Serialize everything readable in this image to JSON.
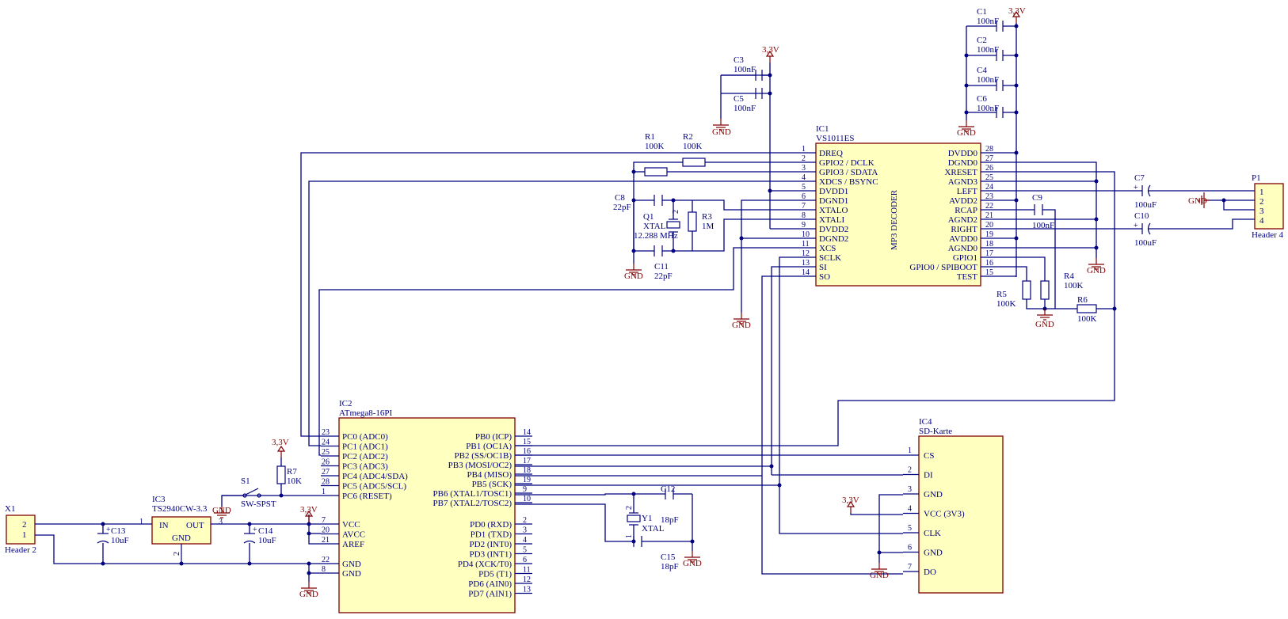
{
  "ic1": {
    "ref": "IC1",
    "part": "VS1011ES",
    "body_label": "MP3 DECODER",
    "left_pins": [
      {
        "num": "1",
        "name": "DREQ"
      },
      {
        "num": "2",
        "name": "GPIO2 / DCLK"
      },
      {
        "num": "3",
        "name": "GPIO3 / SDATA"
      },
      {
        "num": "4",
        "name": "XDCS / BSYNC"
      },
      {
        "num": "5",
        "name": "DVDD1"
      },
      {
        "num": "6",
        "name": "DGND1"
      },
      {
        "num": "7",
        "name": "XTALO"
      },
      {
        "num": "8",
        "name": "XTALI"
      },
      {
        "num": "9",
        "name": "DVDD2"
      },
      {
        "num": "10",
        "name": "DGND2"
      },
      {
        "num": "11",
        "name": "XCS"
      },
      {
        "num": "12",
        "name": "SCLK"
      },
      {
        "num": "13",
        "name": "SI"
      },
      {
        "num": "14",
        "name": "SO"
      }
    ],
    "right_pins": [
      {
        "num": "28",
        "name": "DVDD0"
      },
      {
        "num": "27",
        "name": "DGND0"
      },
      {
        "num": "26",
        "name": "XRESET"
      },
      {
        "num": "25",
        "name": "AGND3"
      },
      {
        "num": "24",
        "name": "LEFT"
      },
      {
        "num": "23",
        "name": "AVDD2"
      },
      {
        "num": "22",
        "name": "RCAP"
      },
      {
        "num": "21",
        "name": "AGND2"
      },
      {
        "num": "20",
        "name": "RIGHT"
      },
      {
        "num": "19",
        "name": "AVDD0"
      },
      {
        "num": "18",
        "name": "AGND0"
      },
      {
        "num": "17",
        "name": "GPIO1"
      },
      {
        "num": "16",
        "name": "GPIO0 / SPIBOOT"
      },
      {
        "num": "15",
        "name": "TEST"
      }
    ]
  },
  "ic2": {
    "ref": "IC2",
    "part": "ATmega8-16PI",
    "left_pins": [
      {
        "num": "23",
        "name": "PC0 (ADC0)"
      },
      {
        "num": "24",
        "name": "PC1 (ADC1)"
      },
      {
        "num": "25",
        "name": "PC2 (ADC2)"
      },
      {
        "num": "26",
        "name": "PC3 (ADC3)"
      },
      {
        "num": "27",
        "name": "PC4 (ADC4/SDA)"
      },
      {
        "num": "28",
        "name": "PC5 (ADC5/SCL)"
      },
      {
        "num": "1",
        "name": "PC6 (RESET)"
      }
    ],
    "power_pins": [
      {
        "num": "7",
        "name": "VCC"
      },
      {
        "num": "20",
        "name": "AVCC"
      },
      {
        "num": "21",
        "name": "AREF"
      }
    ],
    "gnd_pins": [
      {
        "num": "22",
        "name": "GND"
      },
      {
        "num": "8",
        "name": "GND"
      }
    ],
    "right_pins_b": [
      {
        "num": "14",
        "name": "PB0 (ICP)"
      },
      {
        "num": "15",
        "name": "PB1 (OC1A)"
      },
      {
        "num": "16",
        "name": "PB2 (SS/OC1B)"
      },
      {
        "num": "17",
        "name": "PB3 (MOSI/OC2)"
      },
      {
        "num": "18",
        "name": "PB4 (MISO)"
      },
      {
        "num": "19",
        "name": "PB5 (SCK)"
      },
      {
        "num": "9",
        "name": "PB6 (XTAL1/TOSC1)"
      },
      {
        "num": "10",
        "name": "PB7 (XTAL2/TOSC2)"
      }
    ],
    "right_pins_d": [
      {
        "num": "2",
        "name": "PD0 (RXD)"
      },
      {
        "num": "3",
        "name": "PD1 (TXD)"
      },
      {
        "num": "4",
        "name": "PD2 (INT0)"
      },
      {
        "num": "5",
        "name": "PD3 (INT1)"
      },
      {
        "num": "6",
        "name": "PD4 (XCK/T0)"
      },
      {
        "num": "11",
        "name": "PD5 (T1)"
      },
      {
        "num": "12",
        "name": "PD6 (AIN0)"
      },
      {
        "num": "13",
        "name": "PD7 (AIN1)"
      }
    ]
  },
  "ic3": {
    "ref": "IC3",
    "part": "TS2940CW-3.3",
    "in": "IN",
    "out": "OUT",
    "gnd": "GND",
    "pin_in": "1",
    "pin_out": "3",
    "pin_gnd": "2"
  },
  "ic4": {
    "ref": "IC4",
    "part": "SD-Karte",
    "pins": [
      {
        "num": "1",
        "name": "CS"
      },
      {
        "num": "2",
        "name": "DI"
      },
      {
        "num": "3",
        "name": "GND"
      },
      {
        "num": "4",
        "name": "VCC (3V3)"
      },
      {
        "num": "5",
        "name": "CLK"
      },
      {
        "num": "6",
        "name": "GND"
      },
      {
        "num": "7",
        "name": "DO"
      }
    ]
  },
  "x1": {
    "ref": "X1",
    "part": "Header 2",
    "pin_top": "2",
    "pin_bottom": "1"
  },
  "p1": {
    "ref": "P1",
    "part": "Header 4",
    "pins": [
      "1",
      "2",
      "3",
      "4"
    ]
  },
  "caps": {
    "c1": {
      "ref": "C1",
      "value": "100nF"
    },
    "c2": {
      "ref": "C2",
      "value": "100nF"
    },
    "c3": {
      "ref": "C3",
      "value": "100nF"
    },
    "c4": {
      "ref": "C4",
      "value": "100nF"
    },
    "c5": {
      "ref": "C5",
      "value": "100nF"
    },
    "c6": {
      "ref": "C6",
      "value": "100nF"
    },
    "c7": {
      "ref": "C7",
      "value": "100uF"
    },
    "c8": {
      "ref": "C8",
      "value": "22pF"
    },
    "c9": {
      "ref": "C9",
      "value": "100nF"
    },
    "c10": {
      "ref": "C10",
      "value": "100uF"
    },
    "c11": {
      "ref": "C11",
      "value": "22pF"
    },
    "c12": {
      "ref": "C12",
      "value": "18pF"
    },
    "c13": {
      "ref": "C13",
      "value": "10uF"
    },
    "c14": {
      "ref": "C14",
      "value": "10uF"
    },
    "c15": {
      "ref": "C15",
      "value": "18pF"
    }
  },
  "resistors": {
    "r1": {
      "ref": "R1",
      "value": "100K"
    },
    "r2": {
      "ref": "R2",
      "value": "100K"
    },
    "r3": {
      "ref": "R3",
      "value": "1M"
    },
    "r4": {
      "ref": "R4",
      "value": "100K"
    },
    "r5": {
      "ref": "R5",
      "value": "100K"
    },
    "r6": {
      "ref": "R6",
      "value": "100K"
    },
    "r7": {
      "ref": "R7",
      "value": "10K"
    }
  },
  "q1": {
    "ref": "Q1",
    "type": "XTAL",
    "freq": "12.288 MHz",
    "pin2": "2"
  },
  "y1": {
    "ref": "Y1",
    "type": "XTAL",
    "pin2": "2",
    "pin1": "1"
  },
  "s1": {
    "ref": "S1",
    "type": "SW-SPST"
  },
  "power": {
    "v33": "3,3V",
    "gnd": "GND"
  }
}
